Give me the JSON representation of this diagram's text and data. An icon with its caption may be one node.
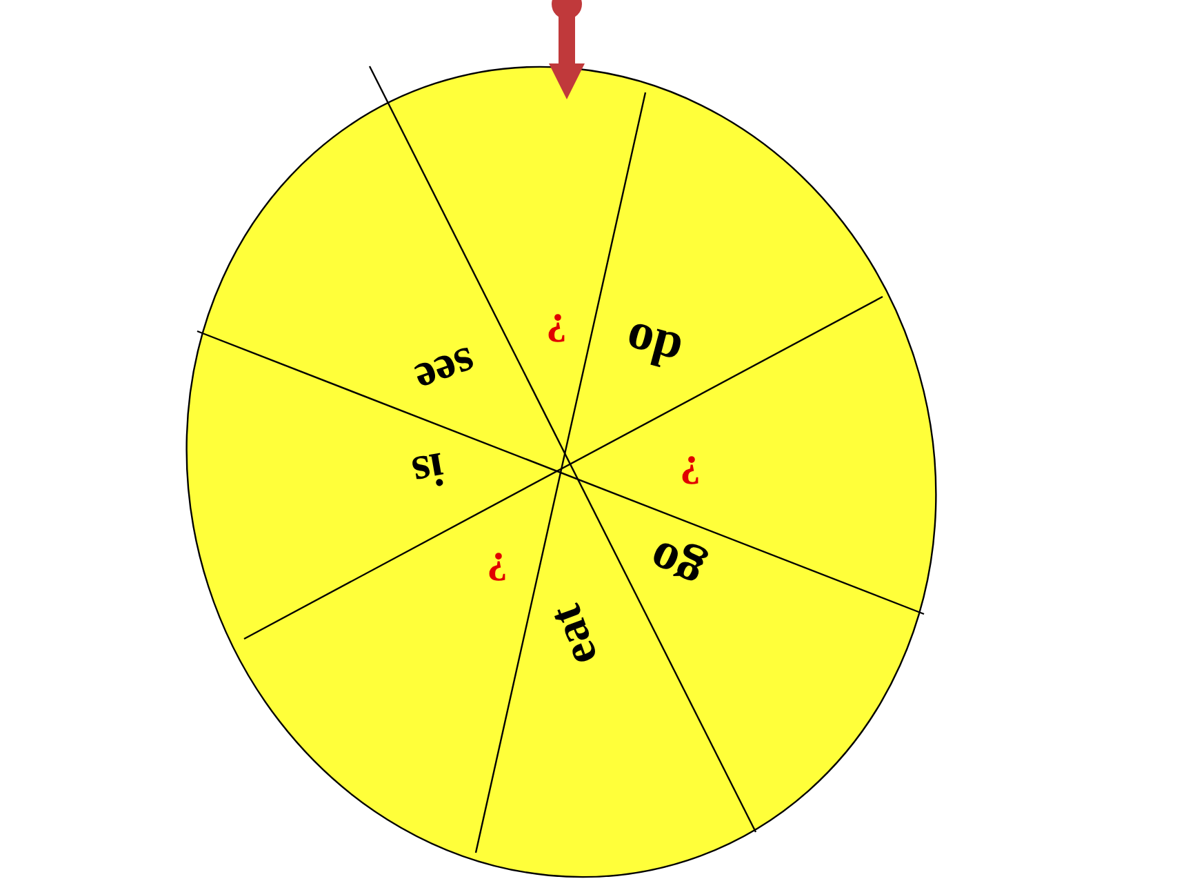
{
  "diagram": {
    "labels": [
      "?",
      "do",
      "see",
      "is",
      "?",
      "go",
      "?",
      "eat"
    ]
  }
}
